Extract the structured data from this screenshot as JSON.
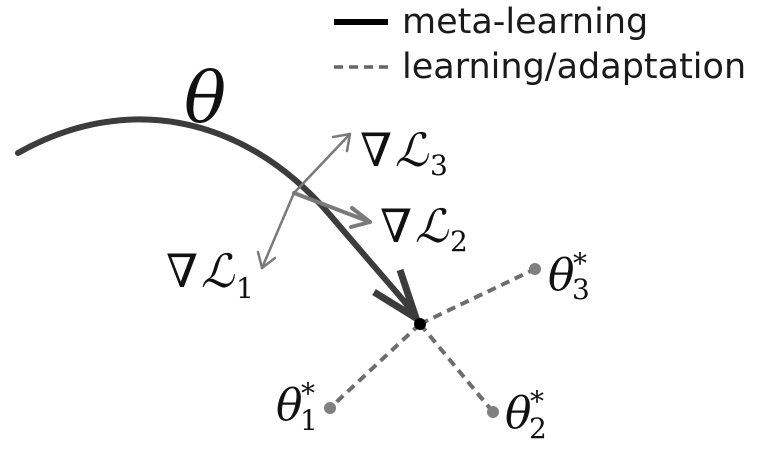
{
  "legend": {
    "meta_label": "meta-learning",
    "adapt_label": "learning/adaptation"
  },
  "labels": {
    "theta": "θ",
    "nabla": "∇",
    "loss": "ℒ",
    "star": "*",
    "sub_1": "1",
    "sub_2": "2",
    "sub_3": "3"
  },
  "colors": {
    "meta_path": "#3c3c3c",
    "gradient_arrow": "#7a7a7a",
    "adapt_path": "#6e6e6e",
    "optimum_point": "#808080",
    "meta_point": "#000000",
    "text": "#111111"
  }
}
